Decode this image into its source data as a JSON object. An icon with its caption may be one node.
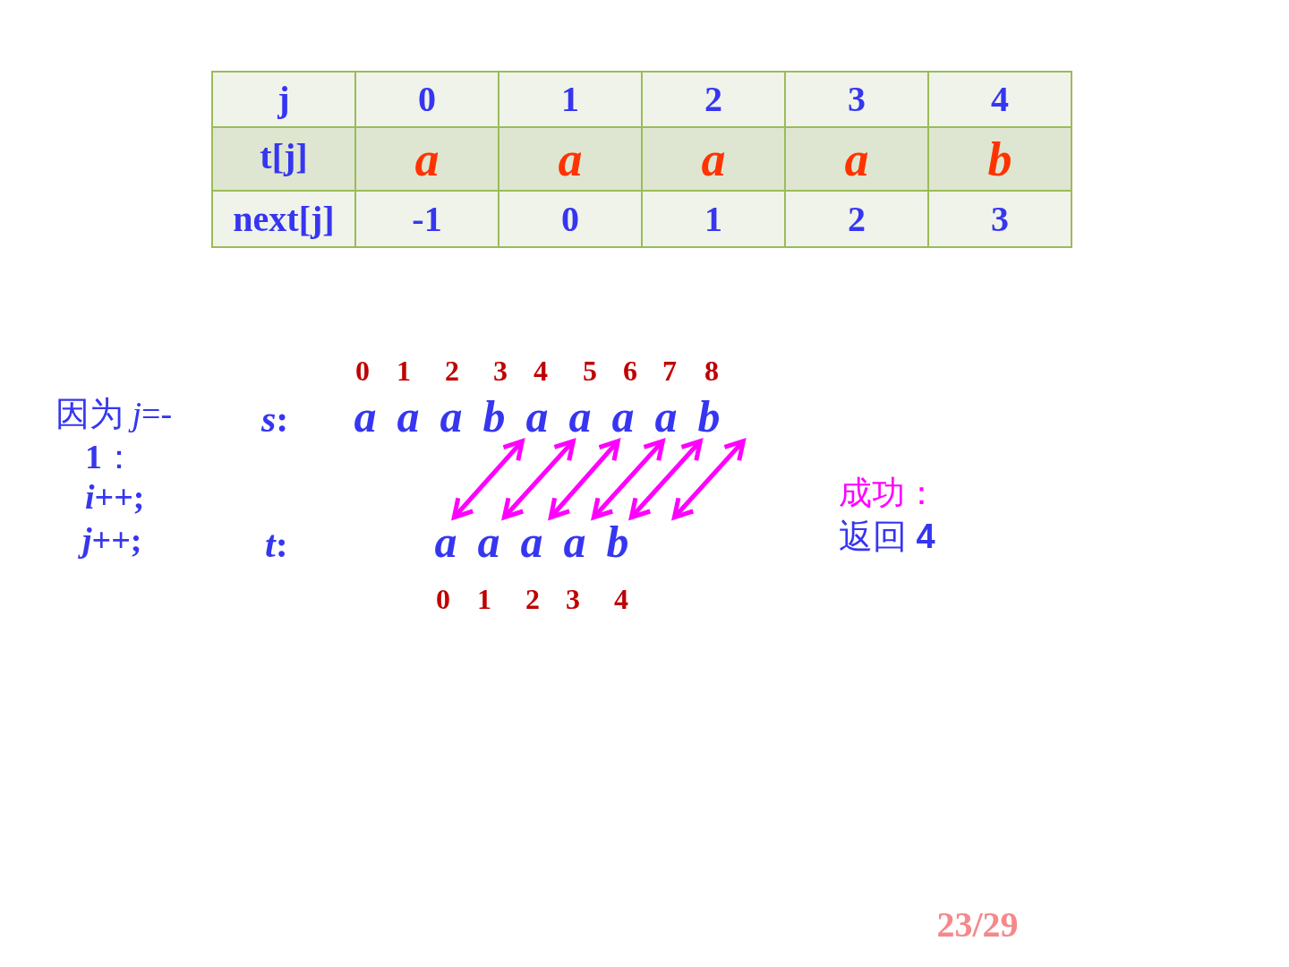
{
  "diagram": {
    "nodes": [
      {
        "text": [
          "a"
        ]
      },
      {
        "text": [
          "a"
        ]
      },
      {
        "text": [
          "a"
        ]
      },
      {
        "text": [
          "a"
        ]
      },
      {
        "text": [
          "b"
        ]
      },
      {
        "text": [
          "a"
        ]
      },
      {
        "text": [
          "a"
        ]
      },
      {
        "text": [
          "a"
        ]
      },
      {
        "text": [
          "a"
        ]
      },
      {
        "text": [
          "b"
        ]
      }
    ],
    "edges": [
      {
        "from": 0,
        "to": 5,
        "arrow": "both"
      },
      {
        "from": 1,
        "to": 6,
        "arrow": "both"
      },
      {
        "from": 2,
        "to": 7,
        "arrow": "both"
      },
      {
        "from": 3,
        "to": 8,
        "arrow": "both"
      },
      {
        "from": 4,
        "to": 9,
        "arrow": "both"
      },
      {
        "from": 4,
        "to": 9,
        "arrow": "both"
      }
    ],
    "labels": [
      "j",
      "0",
      "1",
      "2",
      "3",
      "4",
      "t[j]",
      "a",
      "a",
      "a",
      "a",
      "b",
      "next[j]",
      "-1",
      "0",
      "1",
      "2",
      "3",
      "0",
      "1",
      "2",
      "3",
      "4",
      "5",
      "6",
      "7",
      "8",
      "因为 *j*=-**1**：",
      "*i*++;",
      "*j*++;",
      "*s*:",
      "a",
      "a",
      "a",
      "b",
      "*t*:",
      "0",
      "1",
      "2",
      "3",
      "4",
      "成功：",
      "返回 **4**",
      "23/29"
    ]
  }
}
